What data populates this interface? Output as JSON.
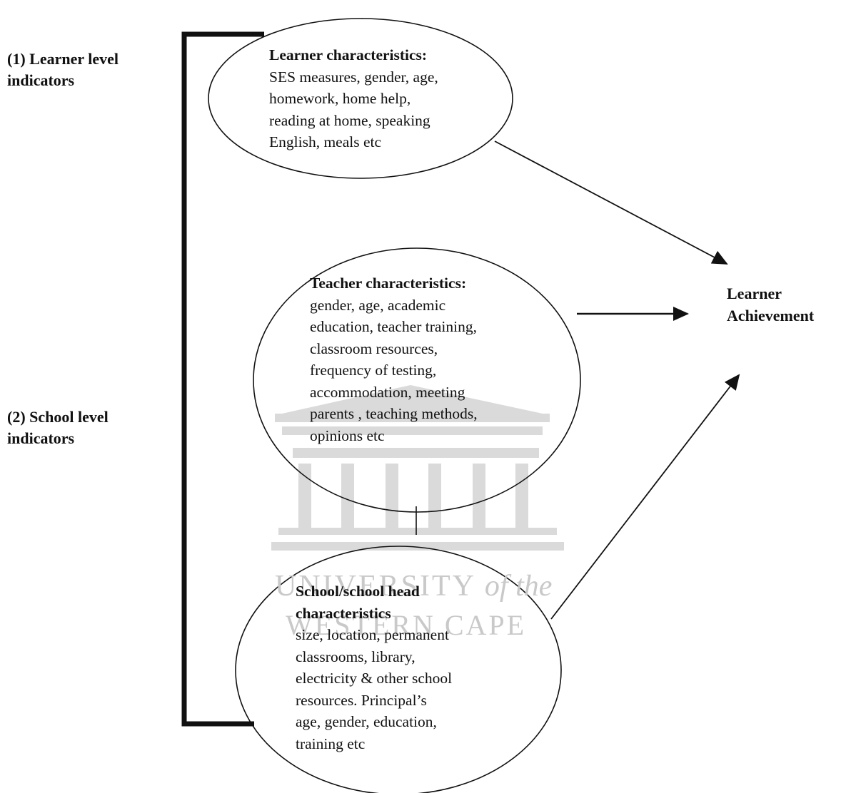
{
  "levels": {
    "learner_level": "(1) Learner level\nindicators",
    "school_level": "(2) School level\nindicators"
  },
  "nodes": {
    "learner": {
      "heading": "Learner characteristics:",
      "body": "SES measures, gender, age,\nhomework, home help,\nreading at home, speaking\nEnglish, meals etc"
    },
    "teacher": {
      "heading": "Teacher characteristics:",
      "body": "gender, age, academic\neducation, teacher training,\nclassroom resources,\nfrequency of testing,\naccommodation, meeting\nparents , teaching methods,\nopinions etc"
    },
    "school": {
      "heading": "School/school head\ncharacteristics",
      "body": "size, location, permanent\nclassrooms, library,\nelectricity & other school\nresources.  Principal’s\nage, gender, education,\ntraining etc"
    }
  },
  "target": {
    "label": "Learner\nAchievement"
  },
  "watermark": {
    "line1": "UNIVERSITY",
    "line1_italic": "of the",
    "line2": "WESTERN CAPE"
  },
  "colors": {
    "ink": "#111111",
    "watermark": "#c9c9c9"
  }
}
